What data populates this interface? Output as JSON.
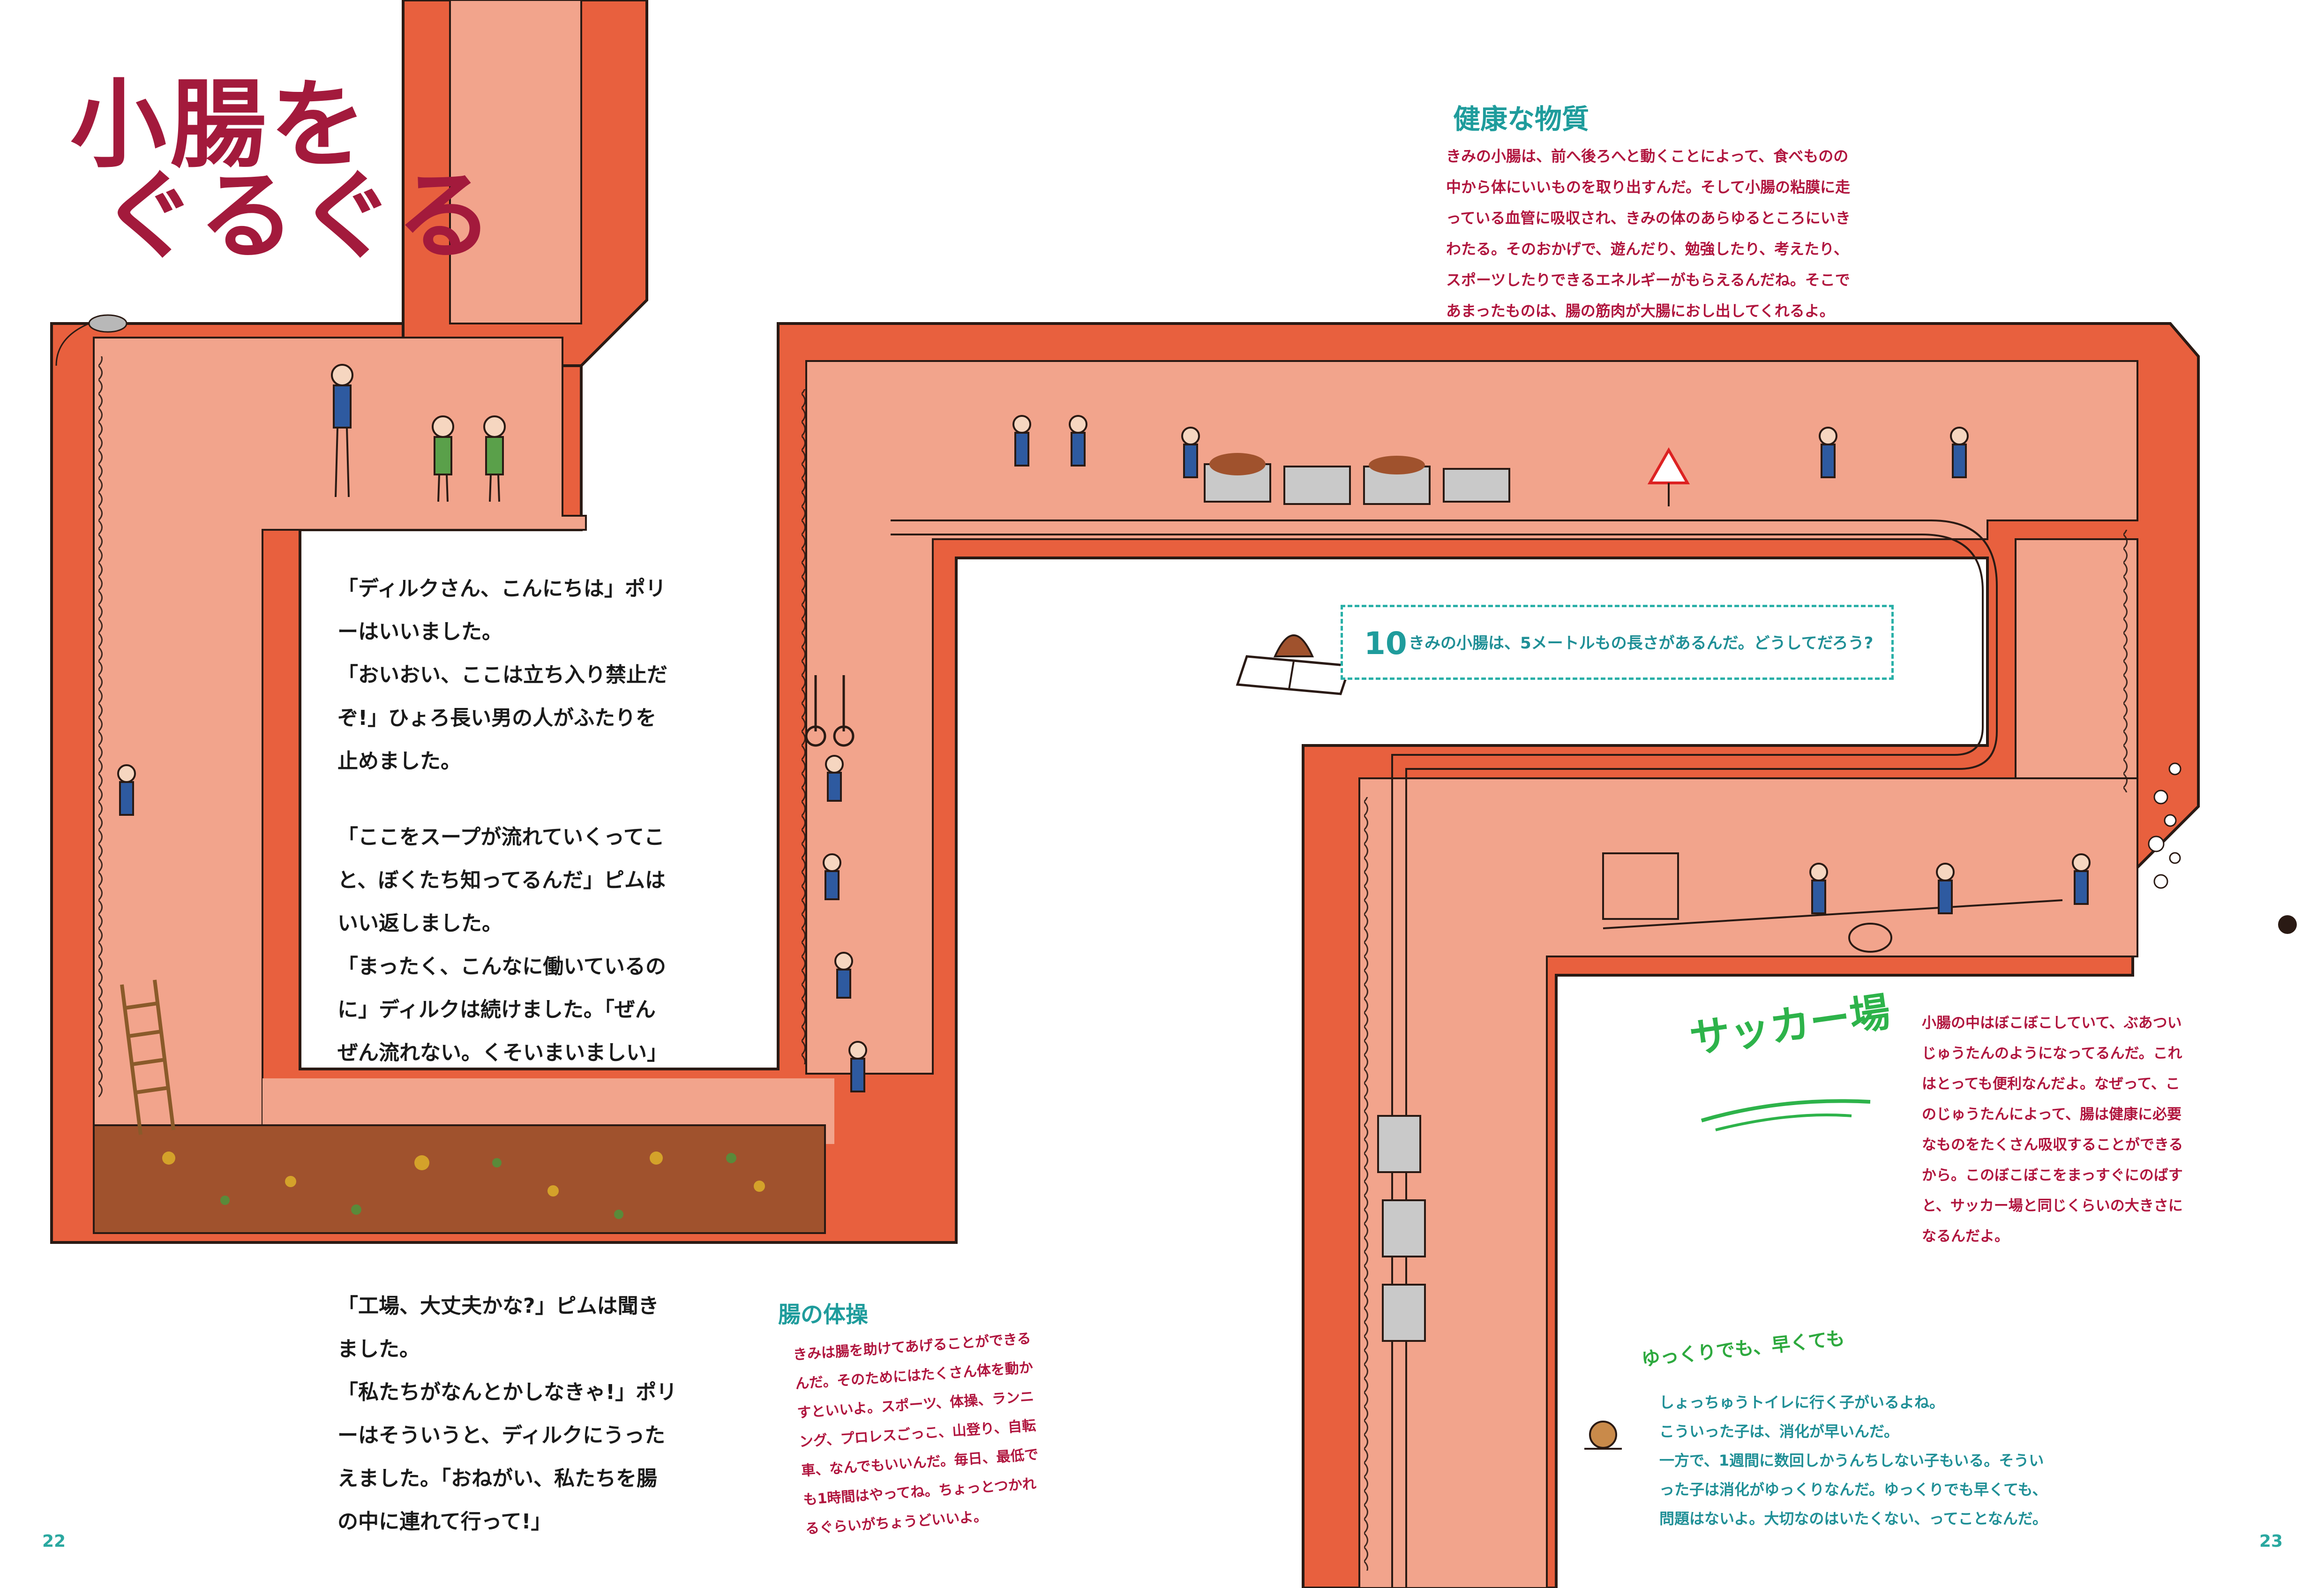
{
  "title": {
    "line1": "小腸を",
    "line2": "ぐるぐる"
  },
  "story": {
    "block1": [
      "「ディルクさん、こんにちは」ポリ",
      "ーはいいました。",
      "「おいおい、ここは立ち入り禁止だ",
      "ぞ!」ひょろ長い男の人がふたりを",
      "止めました。"
    ],
    "block2": [
      "「ここをスープが流れていくってこ",
      "と、ぼくたち知ってるんだ」ピムは",
      "いい返しました。",
      "「まったく、こんなに働いているの",
      "に」ディルクは続けました。「ぜん",
      "ぜん流れない。くそいまいましい」"
    ],
    "block3": [
      "「工場、大丈夫かな?」ピムは聞き",
      "ました。",
      "「私たちがなんとかしなきゃ!」ポリ",
      "ーはそういうと、ディルクにうった",
      "えました。「おねがい、私たちを腸",
      "の中に連れて行って!」"
    ]
  },
  "health": {
    "heading": "健康な物質",
    "lines": [
      "きみの小腸は、前へ後ろへと動くことによって、食べものの",
      "中から体にいいものを取り出すんだ。そして小腸の粘膜に走",
      "っている血管に吸収され、きみの体のあらゆるところにいき",
      "わたる。そのおかげで、遊んだり、勉強したり、考えたり、",
      "スポーツしたりできるエネルギーがもらえるんだね。そこで",
      "あまったものは、腸の筋肉が大腸におし出してくれるよ。"
    ]
  },
  "question": {
    "number": "10",
    "text": "きみの小腸は、5メートルもの長さがあるんだ。どうしてだろう?"
  },
  "soccer": {
    "heading": "サッカー場",
    "lines": [
      "小腸の中はぼこぼこしていて、ぶあつい",
      "じゅうたんのようになってるんだ。これ",
      "はとっても便利なんだよ。なぜって、こ",
      "のじゅうたんによって、腸は健康に必要",
      "なものをたくさん吸収することができる",
      "から。このぼこぼこをまっすぐにのばす",
      "と、サッカー場と同じくらいの大きさに",
      "なるんだよ。"
    ]
  },
  "gym": {
    "heading": "腸の体操",
    "lines": [
      "きみは腸を助けてあげることができる",
      "んだ。そのためにはたくさん体を動か",
      "すといいよ。スポーツ、体操、ランニ",
      "ング、プロレスごっこ、山登り、自転",
      "車、なんでもいいんだ。毎日、最低で",
      "も1時間はやってね。ちょっとつかれ",
      "るぐらいがちょうどいいよ。"
    ]
  },
  "slow": {
    "heading": "ゆっくりでも、早くても",
    "lines": [
      "しょっちゅうトイレに行く子がいるよね。",
      "こういった子は、消化が早いんだ。",
      "一方で、1週間に数回しかうんちしない子もいる。そうい",
      "った子は消化がゆっくりなんだ。ゆっくりでも早くても、",
      "問題はないよ。大切なのはいたくない、ってことなんだ。"
    ]
  },
  "pages": {
    "left": "22",
    "right": "23"
  },
  "colors": {
    "intestine_outer": "#e8603e",
    "intestine_inner": "#f2a48c",
    "outline": "#2a1a14",
    "title": "#a31a3c",
    "teal": "#1f9c9c",
    "crimson": "#b0153e",
    "green": "#2db34a",
    "sludge": "#a0522d"
  }
}
